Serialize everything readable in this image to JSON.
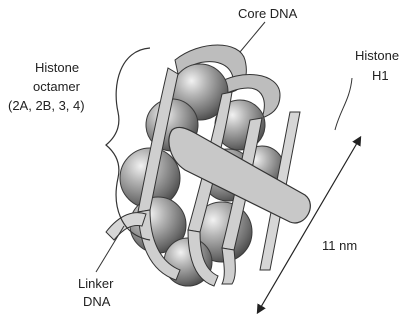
{
  "labels": {
    "core_dna": "Core DNA",
    "histone_octamer_line1": "Histone",
    "histone_octamer_line2": "octamer",
    "histone_octamer_line3": "(2A, 2B, 3, 4)",
    "histone_h1_line1": "Histone",
    "histone_h1_line2": "H1",
    "linker_dna_line1": "Linker",
    "linker_dna_line2": "DNA",
    "dimension": "11 nm"
  }
}
